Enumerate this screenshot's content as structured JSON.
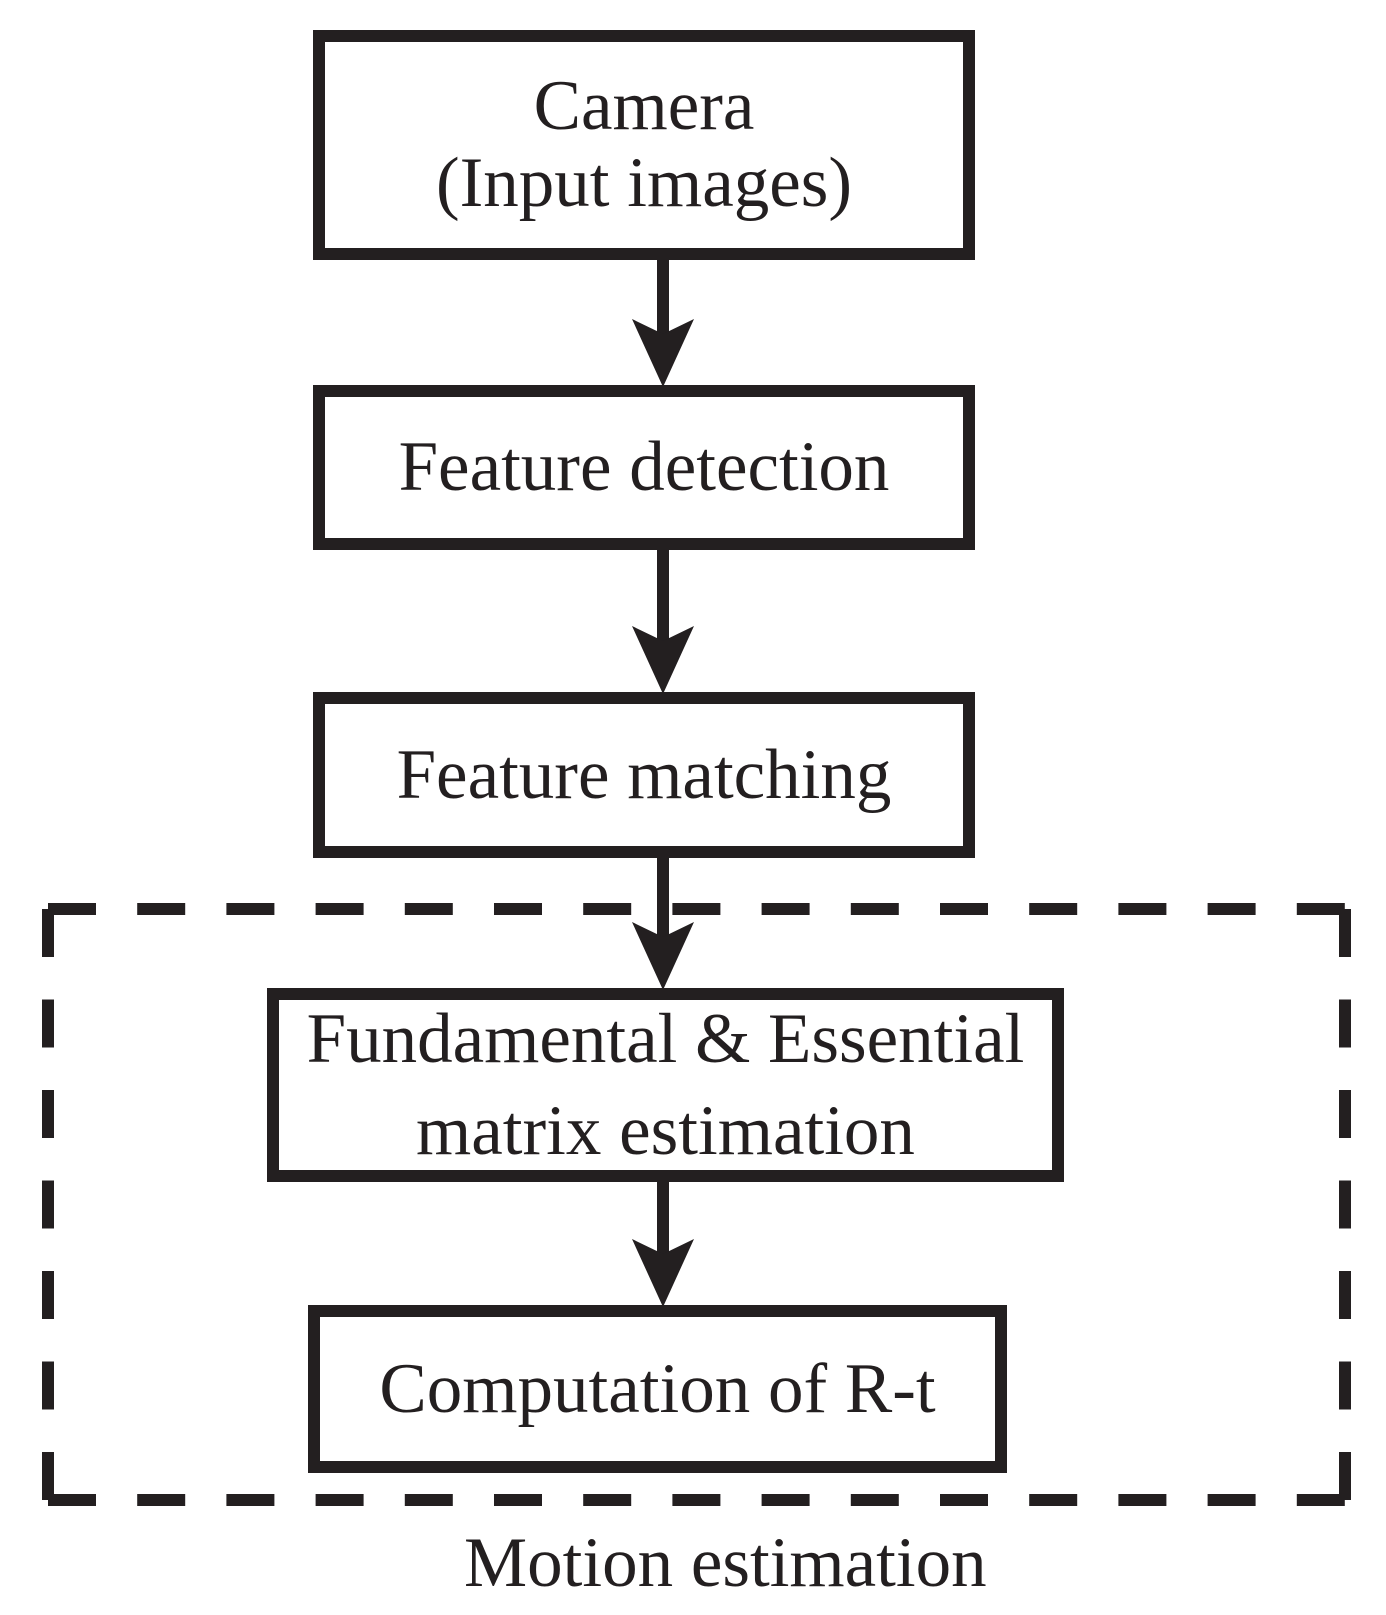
{
  "diagram": {
    "type": "flowchart",
    "nodes": [
      {
        "id": "camera",
        "label": "Camera\n(Input images)"
      },
      {
        "id": "feature-detection",
        "label": "Feature detection"
      },
      {
        "id": "feature-matching",
        "label": "Feature matching"
      },
      {
        "id": "fundamental-essential",
        "label": "Fundamental & Essential\nmatrix estimation"
      },
      {
        "id": "computation-rt",
        "label": "Computation of R-t"
      }
    ],
    "edges": [
      {
        "from": "camera",
        "to": "feature-detection"
      },
      {
        "from": "feature-detection",
        "to": "feature-matching"
      },
      {
        "from": "feature-matching",
        "to": "fundamental-essential"
      },
      {
        "from": "fundamental-essential",
        "to": "computation-rt"
      }
    ],
    "group": {
      "label": "Motion estimation",
      "style": "dashed-outline",
      "members": [
        "fundamental-essential",
        "computation-rt"
      ]
    },
    "colors": {
      "ink": "#231f20",
      "background": "#ffffff"
    }
  }
}
